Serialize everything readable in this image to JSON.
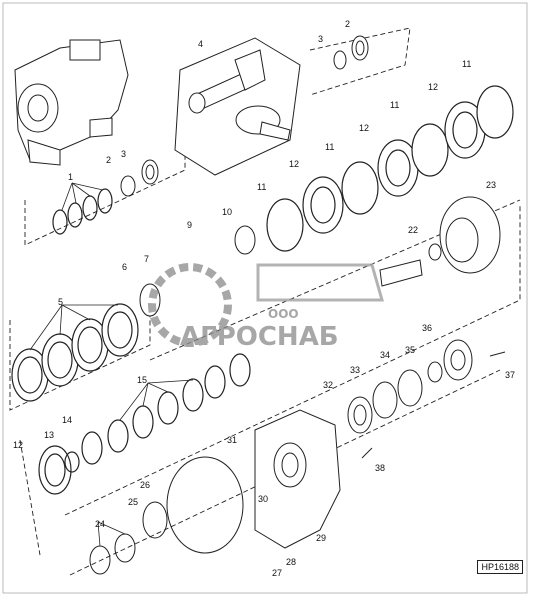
{
  "diagram": {
    "reference_code": "HP16188",
    "watermark": {
      "small_text": "ООО",
      "brand_text": "АГРОСНАБ",
      "color": "#8a8a8a"
    },
    "callouts": [
      {
        "id": "c1",
        "label": "1"
      },
      {
        "id": "c2a",
        "label": "2"
      },
      {
        "id": "c2b",
        "label": "2"
      },
      {
        "id": "c3a",
        "label": "3"
      },
      {
        "id": "c3b",
        "label": "3"
      },
      {
        "id": "c4",
        "label": "4"
      },
      {
        "id": "c5",
        "label": "5"
      },
      {
        "id": "c6",
        "label": "6"
      },
      {
        "id": "c7",
        "label": "7"
      },
      {
        "id": "c9",
        "label": "9"
      },
      {
        "id": "c10",
        "label": "10"
      },
      {
        "id": "c11a",
        "label": "11"
      },
      {
        "id": "c11b",
        "label": "11"
      },
      {
        "id": "c11c",
        "label": "11"
      },
      {
        "id": "c11d",
        "label": "11"
      },
      {
        "id": "c12a",
        "label": "12"
      },
      {
        "id": "c12b",
        "label": "12"
      },
      {
        "id": "c12c",
        "label": "12"
      },
      {
        "id": "c12d",
        "label": "12"
      },
      {
        "id": "c13",
        "label": "13"
      },
      {
        "id": "c14",
        "label": "14"
      },
      {
        "id": "c15",
        "label": "15"
      },
      {
        "id": "c22",
        "label": "22"
      },
      {
        "id": "c23",
        "label": "23"
      },
      {
        "id": "c24",
        "label": "24"
      },
      {
        "id": "c25",
        "label": "25"
      },
      {
        "id": "c26",
        "label": "26"
      },
      {
        "id": "c27",
        "label": "27"
      },
      {
        "id": "c28",
        "label": "28"
      },
      {
        "id": "c29",
        "label": "29"
      },
      {
        "id": "c30",
        "label": "30"
      },
      {
        "id": "c31",
        "label": "31"
      },
      {
        "id": "c32",
        "label": "32"
      },
      {
        "id": "c33",
        "label": "33"
      },
      {
        "id": "c34",
        "label": "34"
      },
      {
        "id": "c35",
        "label": "35"
      },
      {
        "id": "c36",
        "label": "36"
      },
      {
        "id": "c37",
        "label": "37"
      },
      {
        "id": "c38",
        "label": "38"
      }
    ]
  }
}
